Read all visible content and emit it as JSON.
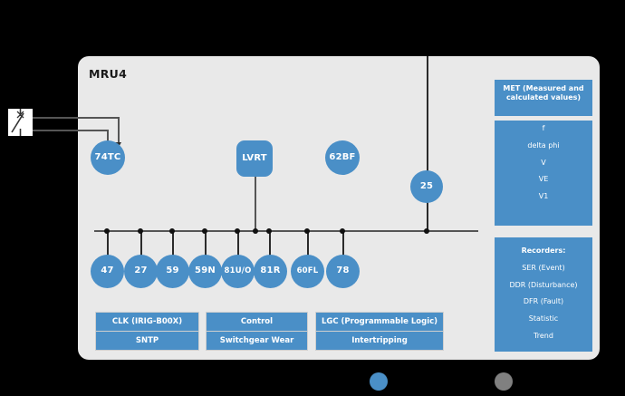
{
  "device": {
    "title": "MRU4",
    "accent_color": "#4a8fc7",
    "panel_bg": "#e9e9e9",
    "background": "#000000"
  },
  "breaker": {
    "name": "circuit-breaker-symbol"
  },
  "top_nodes": [
    {
      "label": "74TC",
      "shape": "circle"
    },
    {
      "label": "LVRT",
      "shape": "rounded"
    },
    {
      "label": "62BF",
      "shape": "circle"
    },
    {
      "label": "25",
      "shape": "circle"
    }
  ],
  "bottom_nodes": [
    {
      "label": "47"
    },
    {
      "label": "27"
    },
    {
      "label": "59"
    },
    {
      "label": "59N"
    },
    {
      "label": "81U/O"
    },
    {
      "label": "81R"
    },
    {
      "label": "60FL"
    },
    {
      "label": "78"
    }
  ],
  "met_panel": {
    "title": "MET (Measured and calculated values)",
    "rows": [
      "f",
      "delta phi",
      "V",
      "VE",
      "V1"
    ]
  },
  "recorders_panel": {
    "title": "Recorders:",
    "rows": [
      "SER (Event)",
      "DDR (Disturbance)",
      "DFR (Fault)",
      "Statistic",
      "Trend"
    ]
  },
  "bottom_blocks": [
    {
      "top": "CLK (IRIG-B00X)",
      "bottom": "SNTP"
    },
    {
      "top": "Control",
      "bottom": "Switchgear Wear"
    },
    {
      "top": "LGC (Programmable Logic)",
      "bottom": "Intertripping"
    }
  ],
  "status_dots": [
    {
      "name": "status-dot-blue",
      "color": "#4a8fc7"
    },
    {
      "name": "status-dot-gray",
      "color": "#808080"
    }
  ]
}
